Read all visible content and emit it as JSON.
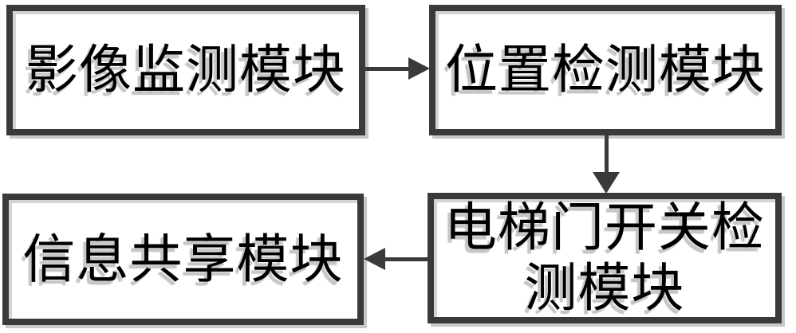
{
  "diagram": {
    "type": "flowchart",
    "background_color": "#ffffff",
    "box_border_color": "#3a3a3a",
    "box_fill_color": "#ffffff",
    "shadow_color": "#c8c8c8",
    "text_color": "#000000",
    "arrow_color": "#3a3a3a",
    "boxes": [
      {
        "id": "image-monitoring-module",
        "label": "影像监测模块",
        "lines": [
          "影像监测模块"
        ]
      },
      {
        "id": "position-detection-module",
        "label": "位置检测模块",
        "lines": [
          "位置检测模块"
        ]
      },
      {
        "id": "elevator-door-switch-detection-module",
        "label": "电梯门开关检测模块",
        "lines": [
          "电梯门开关检",
          "测模块"
        ]
      },
      {
        "id": "information-sharing-module",
        "label": "信息共享模块",
        "lines": [
          "信息共享模块"
        ]
      }
    ],
    "arrows": [
      {
        "from": "image-monitoring-module",
        "to": "position-detection-module",
        "direction": "right"
      },
      {
        "from": "position-detection-module",
        "to": "elevator-door-switch-detection-module",
        "direction": "down"
      },
      {
        "from": "elevator-door-switch-detection-module",
        "to": "information-sharing-module",
        "direction": "left"
      }
    ]
  }
}
